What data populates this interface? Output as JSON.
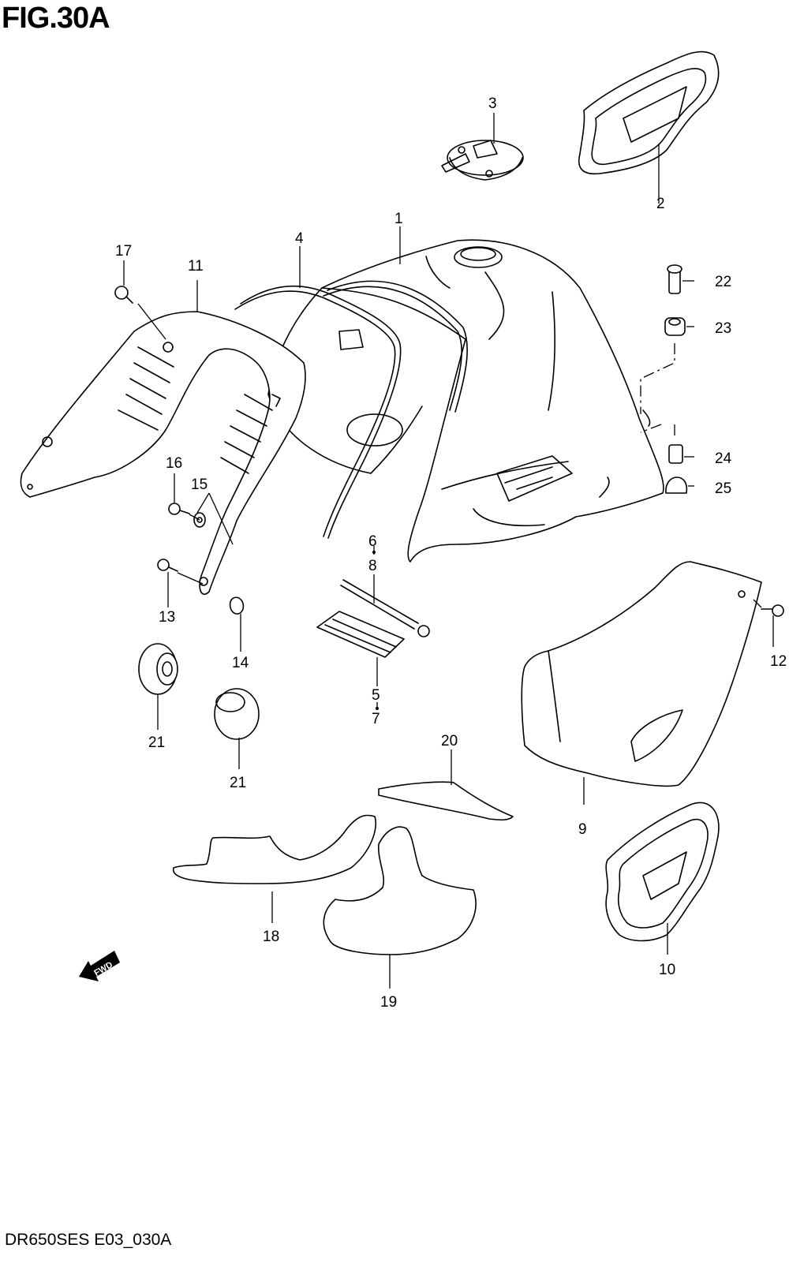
{
  "figure": {
    "title": "FIG.30A",
    "footer_code": "DR650SES E03_030A",
    "direction_marker": "FWD",
    "direction_marker_icon": "fwd-arrow-icon"
  },
  "callouts": {
    "p1": "1",
    "p2": "2",
    "p3": "3",
    "p4": "4",
    "p5": "5",
    "p7": "7",
    "p6": "6",
    "p8": "8",
    "p9": "9",
    "p10": "10",
    "p11": "11",
    "p12": "12",
    "p13": "13",
    "p14": "14",
    "p15": "15",
    "p16": "16",
    "p17": "17",
    "p18": "18",
    "p19": "19",
    "p20": "20",
    "p21a": "21",
    "p21b": "21",
    "p22": "22",
    "p23": "23",
    "p24": "24",
    "p25": "25"
  }
}
